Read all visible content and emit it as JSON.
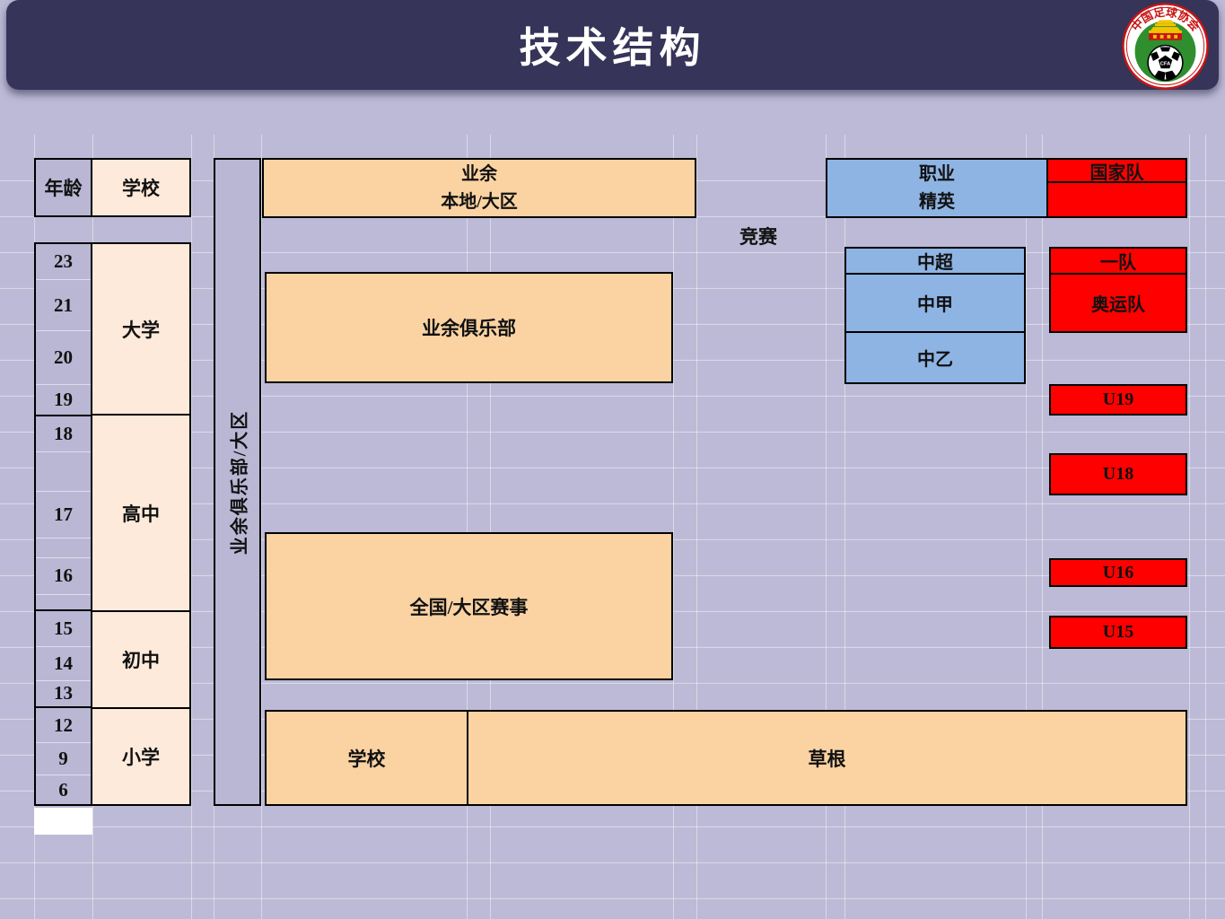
{
  "header": {
    "title": "技术结构",
    "logo": {
      "ring_text": "中国足球协会",
      "ball_label": "CFA"
    }
  },
  "colors": {
    "background": "#bcbad6",
    "title_band": "#363459",
    "peach": "#fbd3a3",
    "light_peach": "#fdeadb",
    "blue": "#8eb4e3",
    "red": "#fe0000",
    "border": "#000000"
  },
  "left_table": {
    "age_header": "年龄",
    "school_header": "学校",
    "ages": [
      "23",
      "21",
      "20",
      "19",
      "18",
      "",
      "17",
      "",
      "16",
      "",
      "15",
      "14",
      "13",
      "12",
      "9",
      "6"
    ],
    "schools": [
      {
        "label": "大学"
      },
      {
        "label": "高中"
      },
      {
        "label": "初中"
      },
      {
        "label": "小学"
      }
    ]
  },
  "vertical_bar": {
    "label": "业余俱乐部/大区"
  },
  "top_row": {
    "amateur_line1": "业余",
    "amateur_line2": "本地/大区",
    "pro_line1": "职业",
    "pro_line2": "精英",
    "national_team": "国家队"
  },
  "competition_label": "竞赛",
  "boxes": {
    "amateur_club": "业余俱乐部",
    "national_events": "全国/大区赛事",
    "school_bottom": "学校",
    "grassroots": "草根"
  },
  "leagues": [
    "中超",
    "中甲",
    "中乙"
  ],
  "teams": [
    "一队",
    "奥运队",
    "U19",
    "U18",
    "U16",
    "U15"
  ]
}
